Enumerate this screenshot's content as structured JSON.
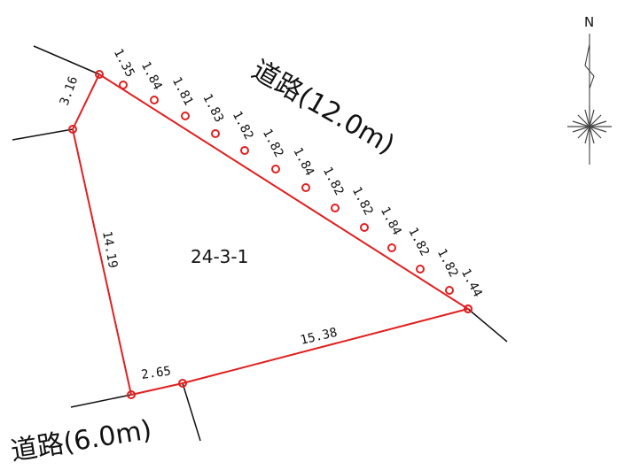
{
  "lot_label": "24-3-1",
  "roads": {
    "main": "道路(12.0m)",
    "side": "道路(6.0m)"
  },
  "north_label": "N",
  "top_segments": [
    "1.35",
    "1.84",
    "1.81",
    "1.83",
    "1.82",
    "1.82",
    "1.84",
    "1.82",
    "1.82",
    "1.84",
    "1.82",
    "1.82",
    "1.44"
  ],
  "side_segments": {
    "upper_left": "3.16",
    "left": "14.19",
    "bottom_short": "2.65",
    "bottom_long": "15.38"
  },
  "colors": {
    "boundary": "#e02020",
    "road_line": "#111111",
    "text": "#111111"
  }
}
